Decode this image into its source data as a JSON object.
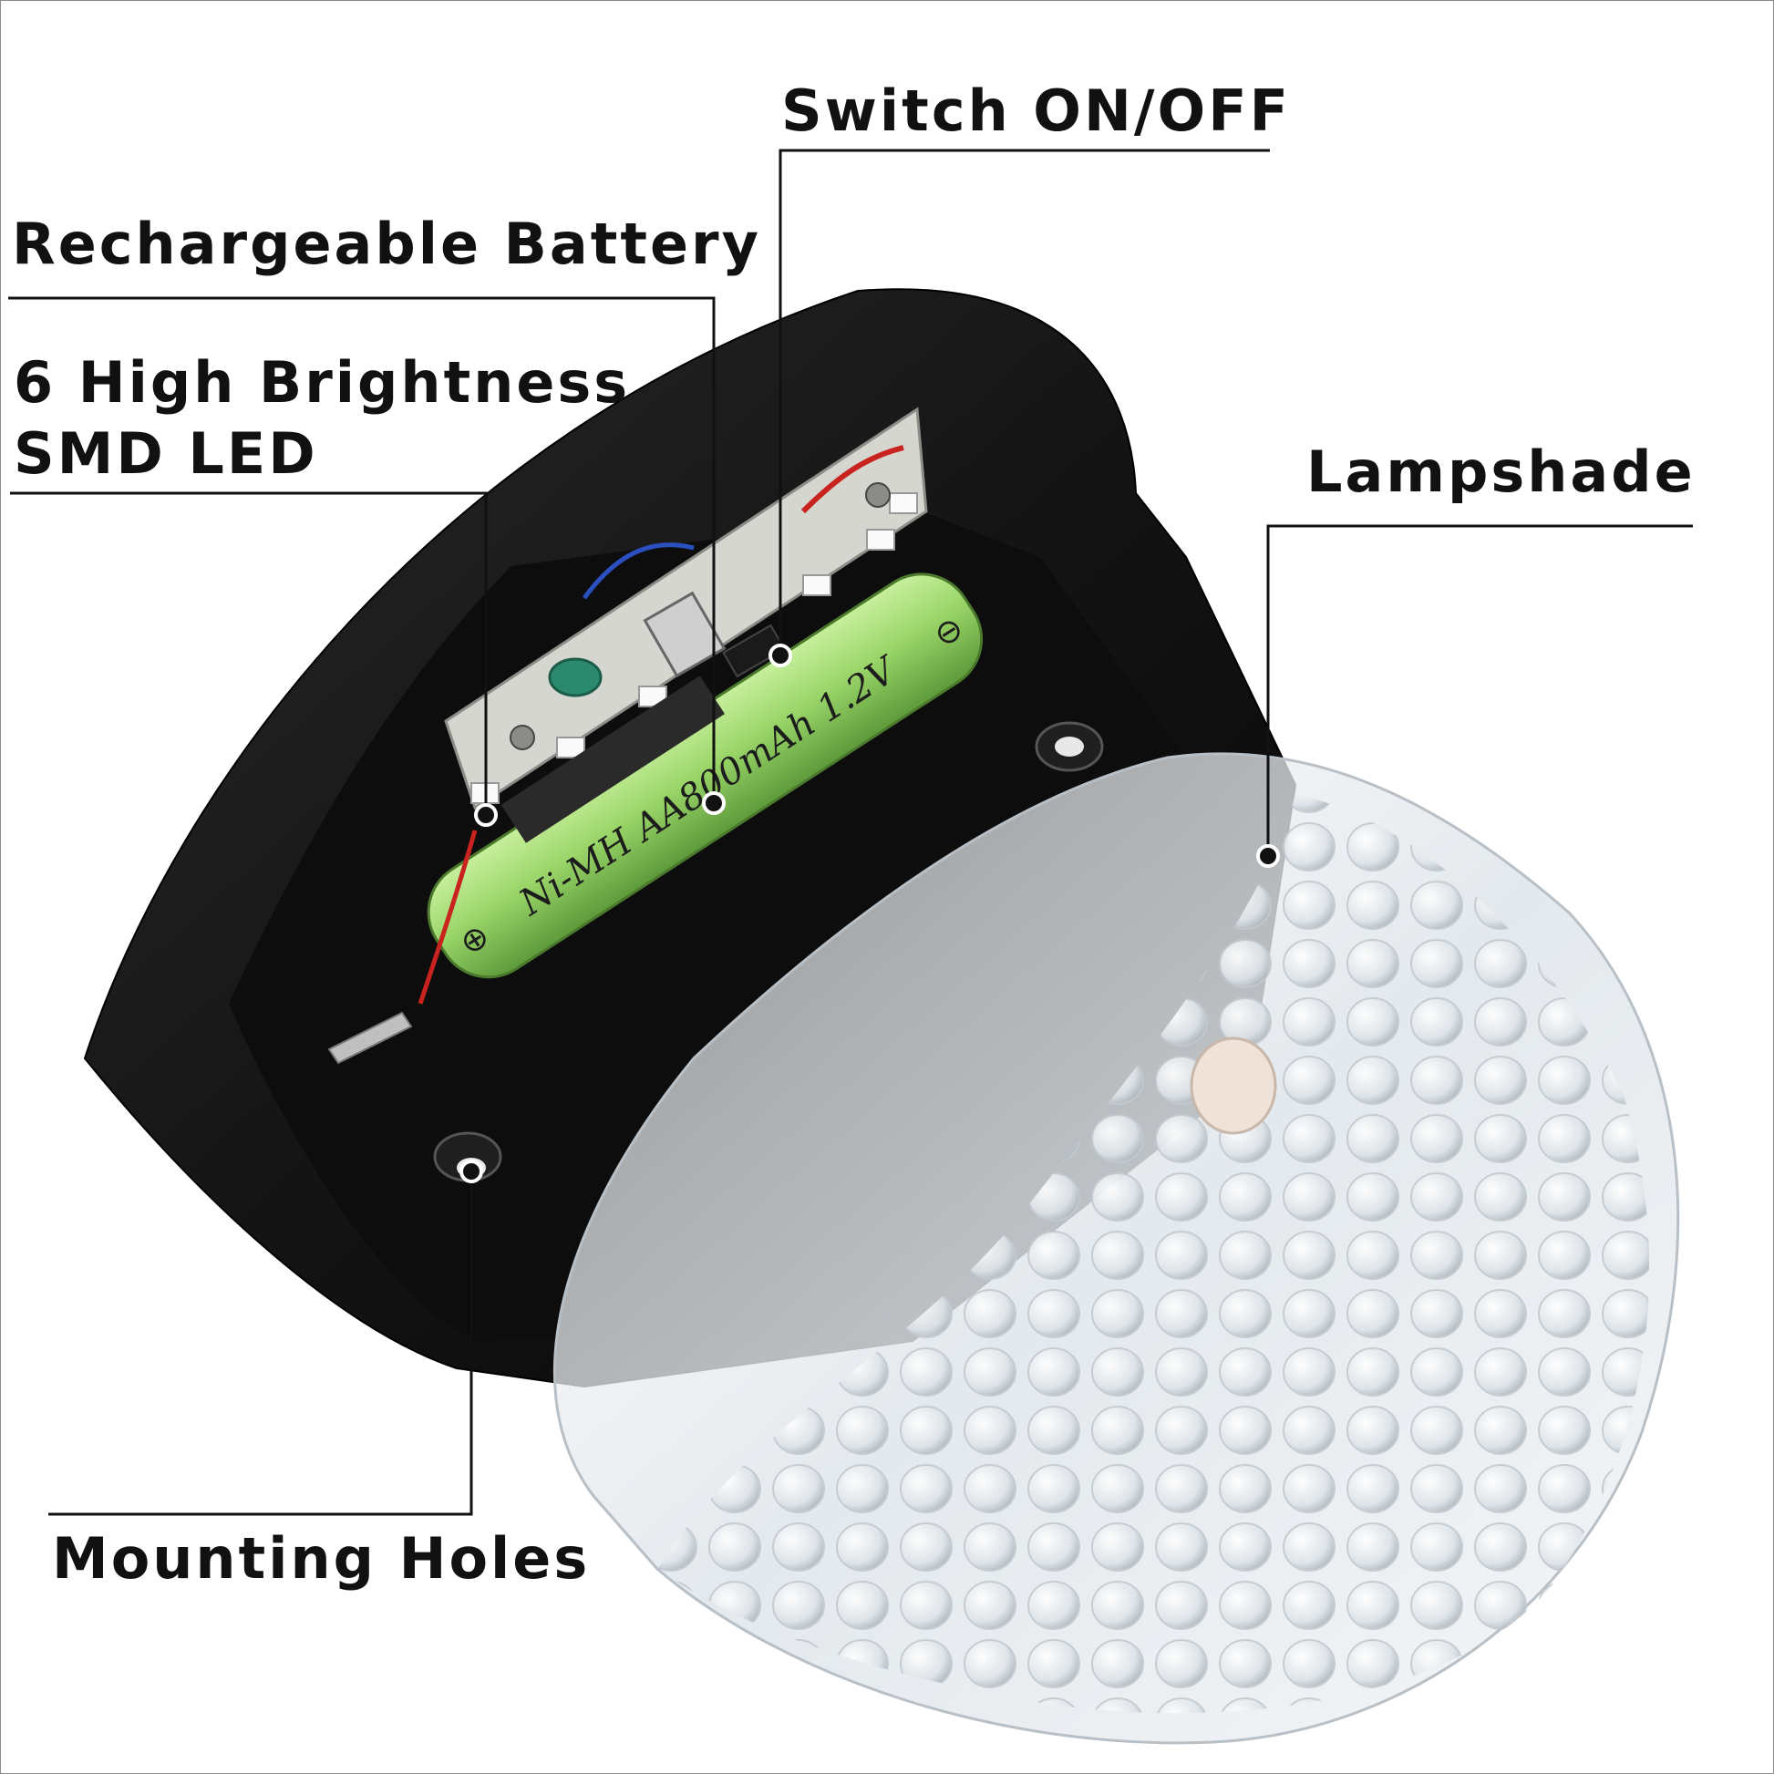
{
  "callouts": {
    "switch": "Switch ON/OFF",
    "battery": "Rechargeable Battery",
    "led_line1": "6 High Brightness",
    "led_line2": "SMD LED",
    "lampshade": "Lampshade",
    "holes": "Mounting Holes"
  },
  "battery_print": {
    "text": "Ni-MH AA800mAh 1.2V",
    "plus": "⊕",
    "minus": "⊖"
  },
  "colors": {
    "housing": "#111111",
    "battery": "#9bd66a",
    "pcb": "#d6d6d0",
    "lampshade": "#e9eef2",
    "leader_line": "#111111"
  }
}
